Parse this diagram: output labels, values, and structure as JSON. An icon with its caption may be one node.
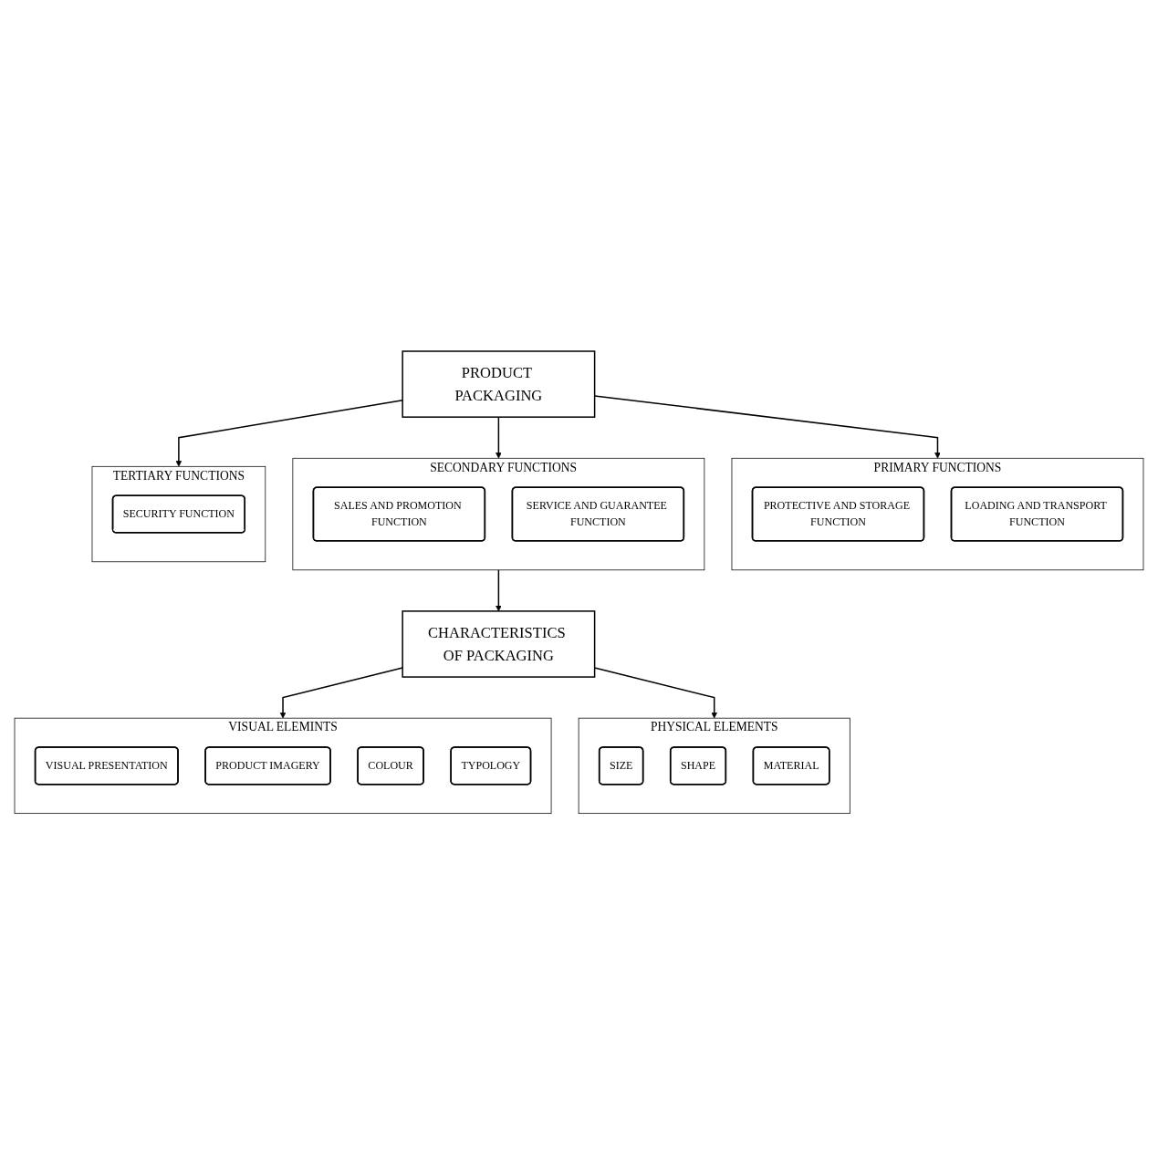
{
  "diagram": {
    "nodes": [
      {
        "text": [
          "PRODUCT PACKAGING"
        ]
      },
      {
        "text": [
          "PRIMARY FUNCTIONS"
        ]
      },
      {
        "text": [
          "PROTECTIVE AND STORAGE FUNCTION"
        ],
        "in": 1
      },
      {
        "text": [
          "LOADING AND TRANSPORT FUNCTION"
        ],
        "in": 1
      },
      {
        "text": [
          "SECONDARY FUNCTIONS"
        ]
      },
      {
        "text": [
          "SALES AND PROMOTION FUNCTION"
        ],
        "in": 4
      },
      {
        "text": [
          "SERVICE AND GUARANTEE FUNCTION"
        ],
        "in": 4
      },
      {
        "text": [
          "TERTIARY FUNCTIONS"
        ]
      },
      {
        "text": [
          "SECURITY FUNCTION"
        ],
        "in": 7
      },
      {
        "text": [
          "CHARACTERISTICS OF PACKAGING"
        ]
      },
      {
        "text": [
          "VISUAL ELEMINTS"
        ]
      },
      {
        "text": [
          "VISUAL PRESENTATION"
        ],
        "in": 10
      },
      {
        "text": [
          "PRODUCT IMAGERY"
        ],
        "in": 10
      },
      {
        "text": [
          "COLOUR"
        ],
        "in": 10
      },
      {
        "text": [
          "TYPOLOGY"
        ],
        "in": 10
      },
      {
        "text": [
          "PHYSICAL ELEMENTS"
        ]
      },
      {
        "text": [
          "SIZE"
        ],
        "in": 15
      },
      {
        "text": [
          "SHAPE"
        ],
        "in": 15
      },
      {
        "text": [
          "MATERIAL"
        ],
        "in": 15
      }
    ],
    "edges": [
      {
        "from": 0,
        "to": 1,
        "arrow": "to"
      },
      {
        "from": 0,
        "to": 4,
        "arrow": "to"
      },
      {
        "from": 0,
        "to": 7,
        "arrow": "to"
      },
      {
        "from": 4,
        "to": 9,
        "arrow": "to"
      },
      {
        "from": 9,
        "to": 10,
        "arrow": "to"
      },
      {
        "from": 9,
        "to": 15,
        "arrow": "to"
      }
    ]
  }
}
